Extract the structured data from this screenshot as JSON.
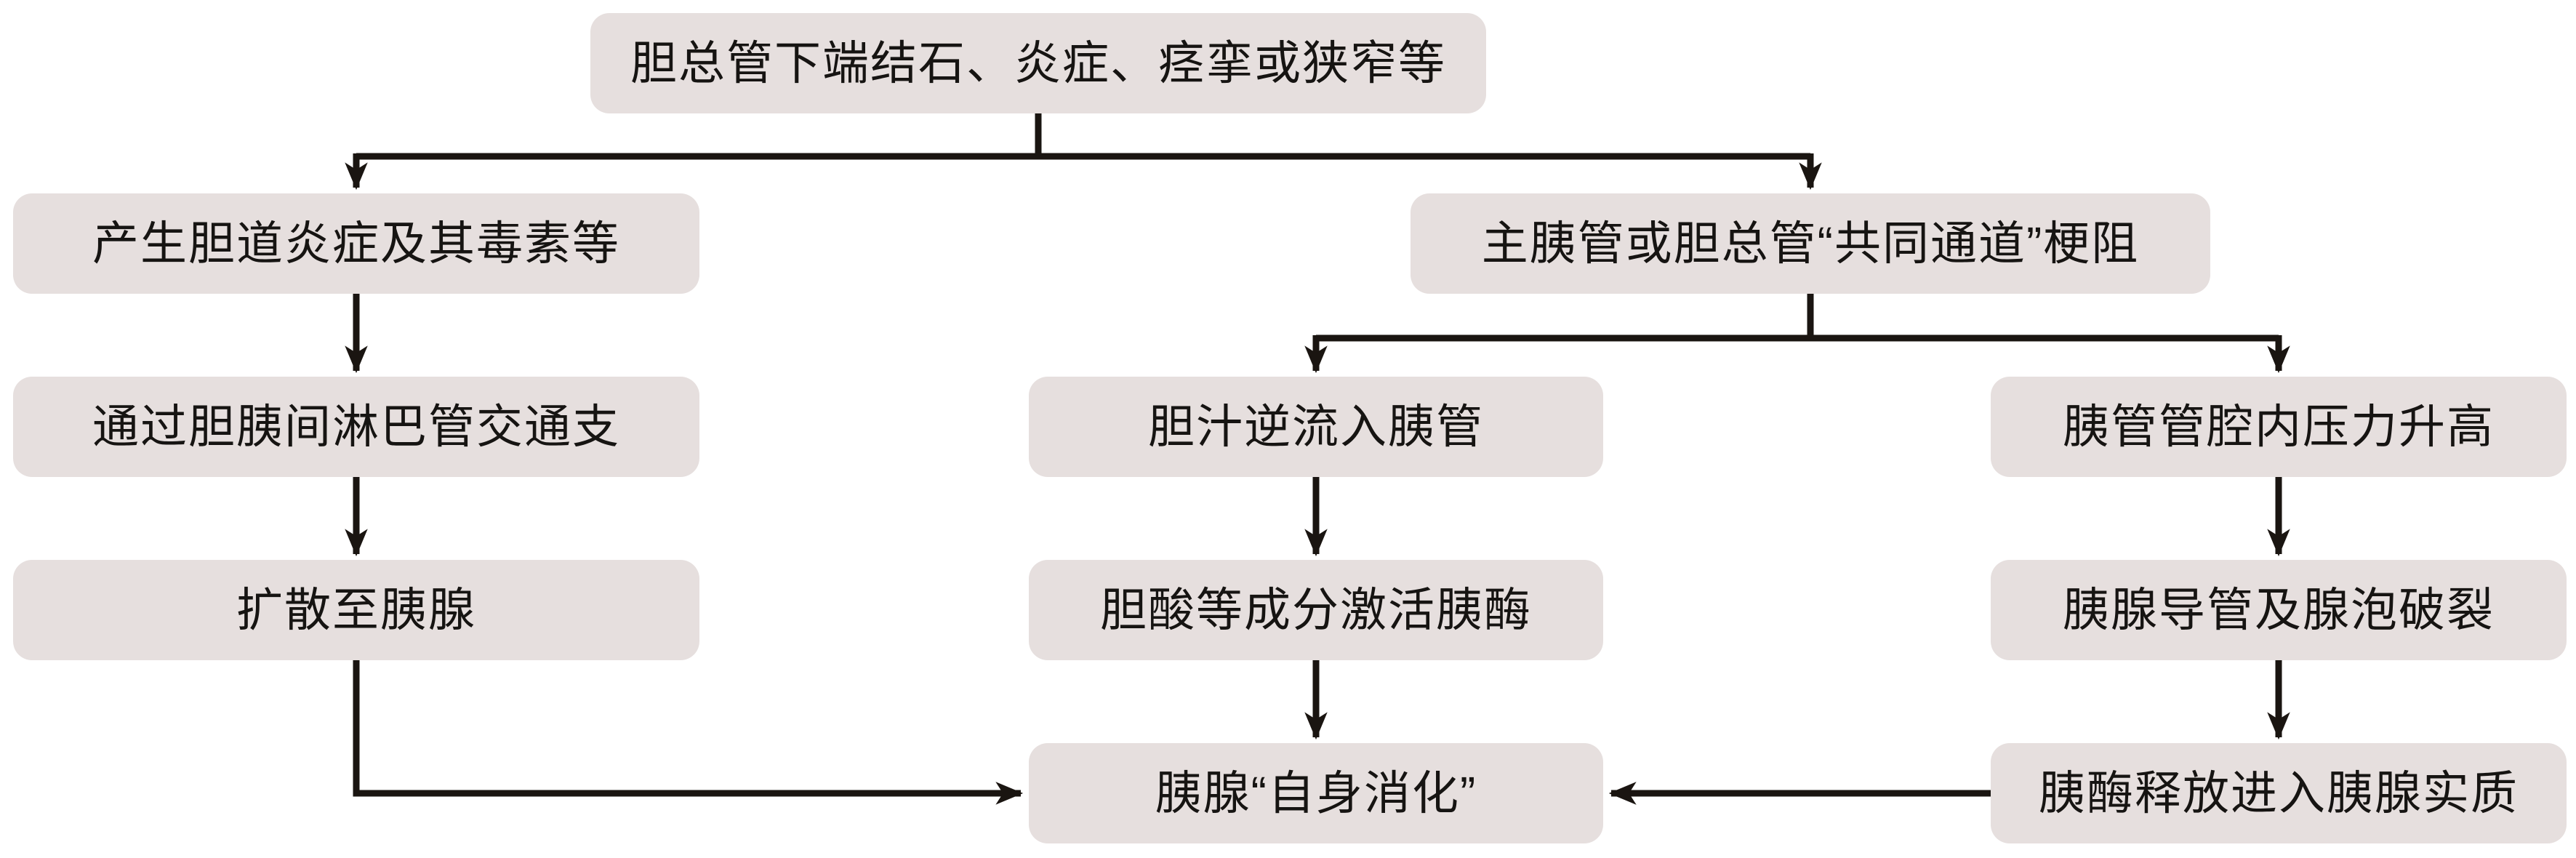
{
  "diagram": {
    "description": "flowchart",
    "theme": {
      "node_fill": "#e6dfde",
      "node_text": "#161412",
      "line_color": "#1a1511",
      "background": "#ffffff"
    },
    "nodes": [
      {
        "id": "cbd-lesion",
        "label": "胆总管下端结石、炎症、痉挛或狭窄等"
      },
      {
        "id": "biliary-inflammation",
        "label": "产生胆道炎症及其毒素等"
      },
      {
        "id": "common-channel-obstruction",
        "label": "主胰管或胆总管“共同通道”梗阻"
      },
      {
        "id": "lymphatic-branches",
        "label": "通过胆胰间淋巴管交通支"
      },
      {
        "id": "bile-reflux",
        "label": "胆汁逆流入胰管"
      },
      {
        "id": "duct-pressure",
        "label": "胰管管腔内压力升高"
      },
      {
        "id": "spread-to-pancreas",
        "label": "扩散至胰腺"
      },
      {
        "id": "bile-acid-activation",
        "label": "胆酸等成分激活胰酶"
      },
      {
        "id": "duct-acini-rupture",
        "label": "胰腺导管及腺泡破裂"
      },
      {
        "id": "autodigestion",
        "label": "胰腺“自身消化”"
      },
      {
        "id": "enzyme-release",
        "label": "胰酶释放进入胰腺实质"
      }
    ],
    "edges": [
      {
        "from": "cbd-lesion",
        "to": "biliary-inflammation"
      },
      {
        "from": "cbd-lesion",
        "to": "common-channel-obstruction"
      },
      {
        "from": "biliary-inflammation",
        "to": "lymphatic-branches"
      },
      {
        "from": "lymphatic-branches",
        "to": "spread-to-pancreas"
      },
      {
        "from": "spread-to-pancreas",
        "to": "autodigestion"
      },
      {
        "from": "common-channel-obstruction",
        "to": "bile-reflux"
      },
      {
        "from": "common-channel-obstruction",
        "to": "duct-pressure"
      },
      {
        "from": "bile-reflux",
        "to": "bile-acid-activation"
      },
      {
        "from": "bile-acid-activation",
        "to": "autodigestion"
      },
      {
        "from": "duct-pressure",
        "to": "duct-acini-rupture"
      },
      {
        "from": "duct-acini-rupture",
        "to": "enzyme-release"
      },
      {
        "from": "enzyme-release",
        "to": "autodigestion"
      }
    ]
  }
}
